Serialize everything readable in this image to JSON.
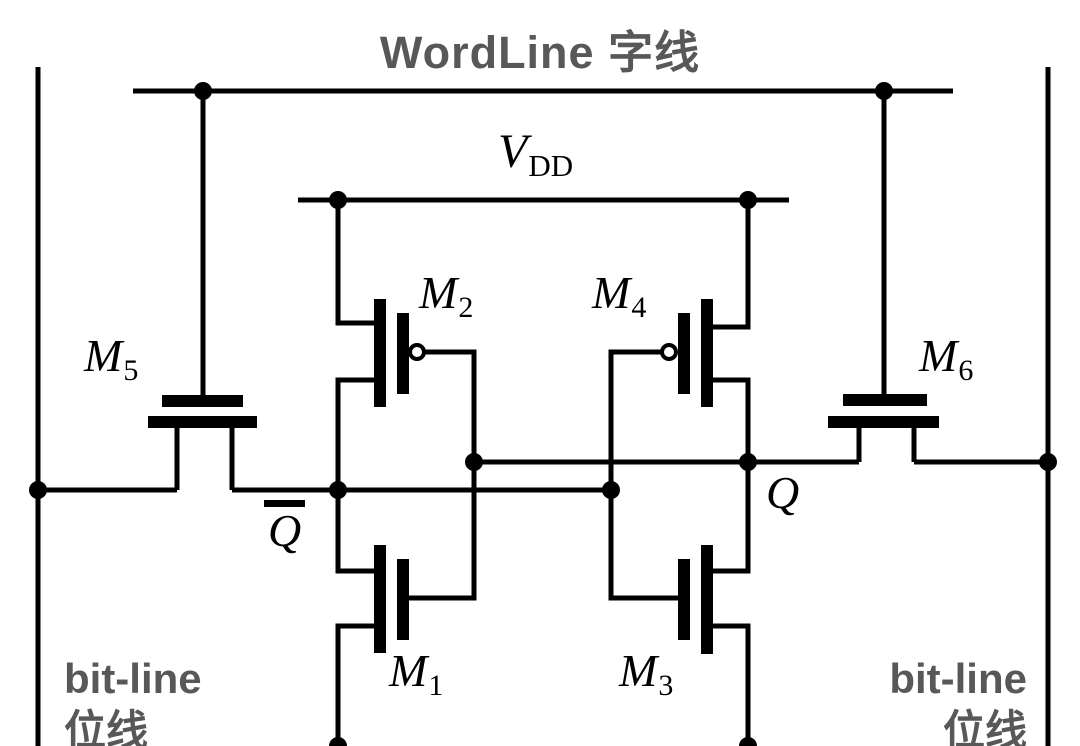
{
  "title": "WordLine 字线",
  "colors": {
    "line": "#000000",
    "label_gray": "#58585a",
    "background": "#ffffff"
  },
  "power_rail": {
    "base": "V",
    "sub": "DD"
  },
  "nodes": {
    "q": "Q",
    "qbar": "Q"
  },
  "transistors": {
    "m1": {
      "base": "M",
      "sub": "1"
    },
    "m2": {
      "base": "M",
      "sub": "2"
    },
    "m3": {
      "base": "M",
      "sub": "3"
    },
    "m4": {
      "base": "M",
      "sub": "4"
    },
    "m5": {
      "base": "M",
      "sub": "5"
    },
    "m6": {
      "base": "M",
      "sub": "6"
    }
  },
  "bitline_left": {
    "en": "bit-line",
    "zh": "位线"
  },
  "bitline_right": {
    "en": "bit-line",
    "zh": "位线"
  }
}
